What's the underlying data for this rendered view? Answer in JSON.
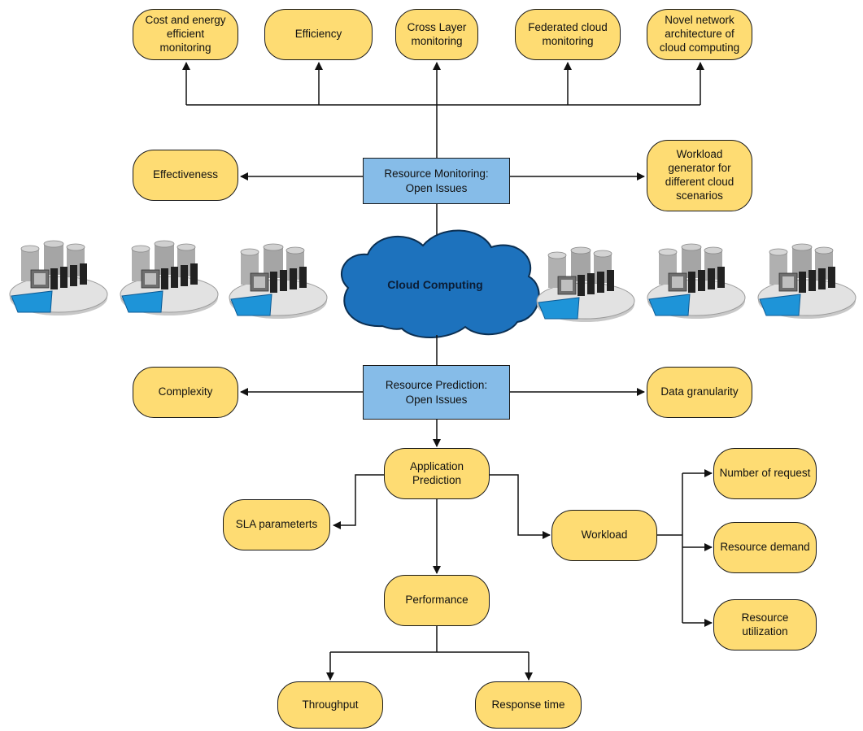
{
  "diagram": {
    "colors": {
      "pill_fill": "#fedc73",
      "box_fill": "#86bce8",
      "cloud_fill": "#1d72bd",
      "line": "#111111"
    },
    "top_issues": [
      "Cost and energy\nefficient\nmonitoring",
      "Efficiency",
      "Cross Layer\nmonitoring",
      "Federated cloud\nmonitoring",
      "Novel network\narchitecture of\ncloud computing"
    ],
    "monitoring": {
      "label": "Resource Monitoring:\nOpen Issues",
      "left": "Effectiveness",
      "right": "Workload\ngenerator for\ndifferent cloud\nscenarios"
    },
    "cloud": {
      "label": "Cloud Computing"
    },
    "prediction": {
      "label": "Resource Prediction:\nOpen Issues",
      "left": "Complexity",
      "right": "Data granularity"
    },
    "application": {
      "label": "Application\nPrediction",
      "sla": "SLA parameterts",
      "workload": "Workload",
      "performance": "Performance",
      "throughput": "Throughput",
      "response_time": "Response time"
    },
    "workload_items": [
      "Number of request",
      "Resource demand",
      "Resource\nutilization"
    ]
  }
}
